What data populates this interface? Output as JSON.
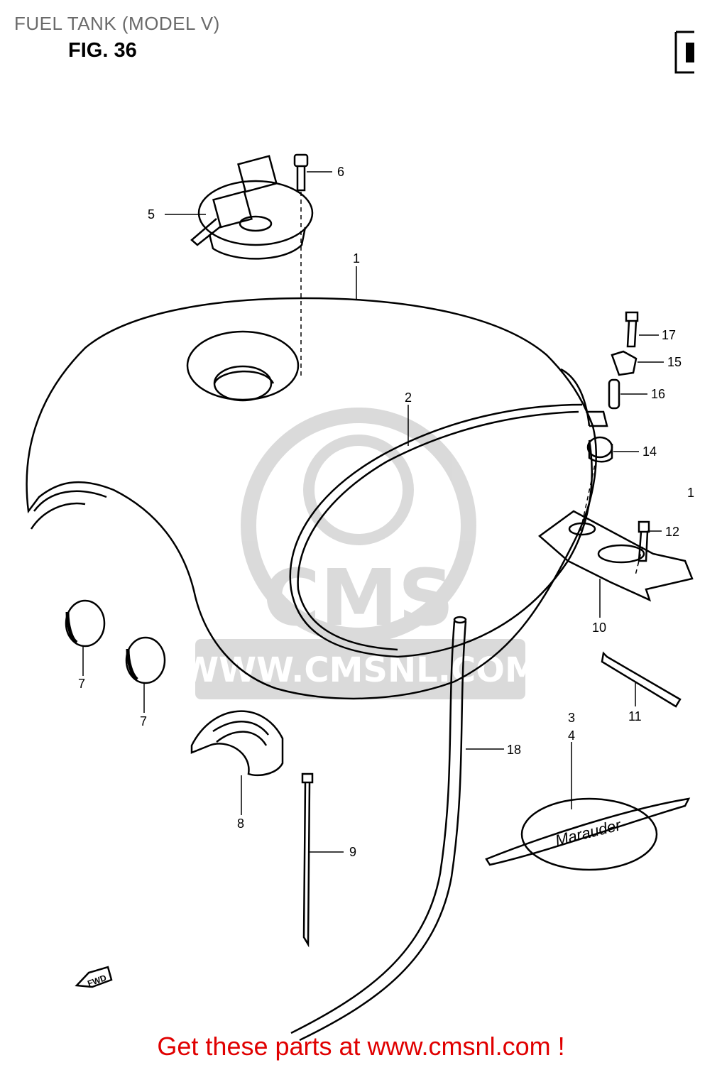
{
  "header": {
    "title": "FUEL TANK (MODEL V)",
    "figure": "FIG. 36"
  },
  "watermark": {
    "brand": "CMS",
    "url": "WWW.CMSNL.COM"
  },
  "footer": {
    "text": "Get these parts at www.cmsnl.com !",
    "color": "#e00000"
  },
  "fwd_arrow": "FWD",
  "emblem_text": "Marauder",
  "callouts": [
    {
      "id": "c1",
      "text": "1"
    },
    {
      "id": "c2",
      "text": "2"
    },
    {
      "id": "c3",
      "text": "3"
    },
    {
      "id": "c4",
      "text": "4"
    },
    {
      "id": "c5",
      "text": "5"
    },
    {
      "id": "c6",
      "text": "6"
    },
    {
      "id": "c7a",
      "text": "7"
    },
    {
      "id": "c7b",
      "text": "7"
    },
    {
      "id": "c8",
      "text": "8"
    },
    {
      "id": "c9",
      "text": "9"
    },
    {
      "id": "c10",
      "text": "10"
    },
    {
      "id": "c11",
      "text": "11"
    },
    {
      "id": "c12",
      "text": "12"
    },
    {
      "id": "c13",
      "text": "1"
    },
    {
      "id": "c14",
      "text": "14"
    },
    {
      "id": "c15",
      "text": "15"
    },
    {
      "id": "c16",
      "text": "16"
    },
    {
      "id": "c17",
      "text": "17"
    },
    {
      "id": "c18",
      "text": "18"
    }
  ]
}
